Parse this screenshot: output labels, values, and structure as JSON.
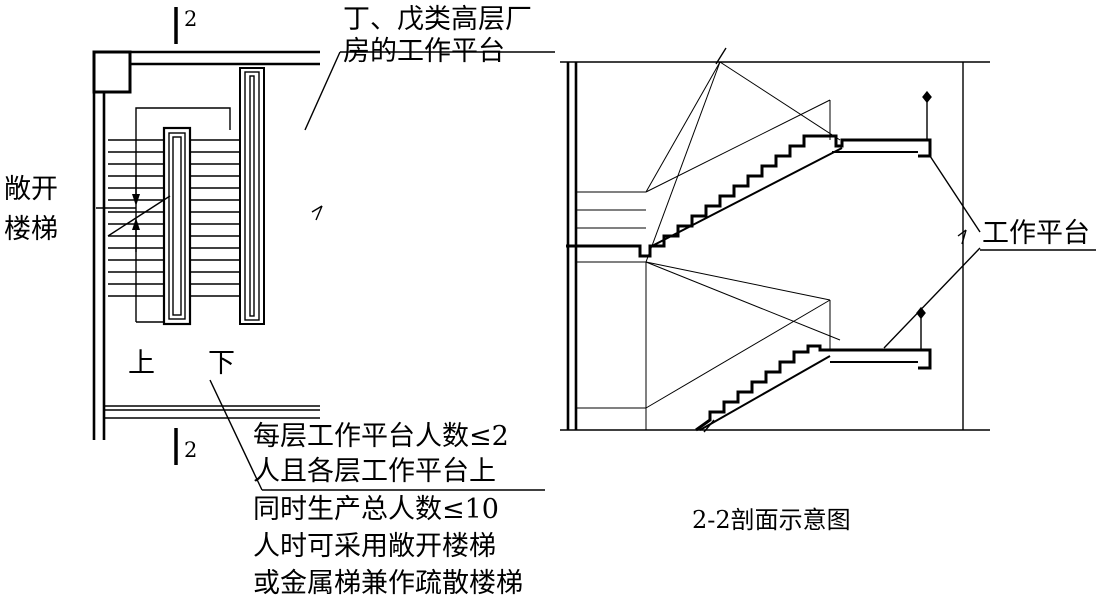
{
  "plan": {
    "section_mark": "2",
    "workshop_label": [
      "丁、戊类高层厂",
      "房的工作平台"
    ],
    "open_stair_label": [
      "敞开",
      "楼梯"
    ],
    "up_label": "上",
    "down_label": "下",
    "note": [
      "每层工作平台人数≤2",
      "人且各层工作平台上",
      "同时生产总人数≤10",
      "人时可采用敞开楼梯",
      "或金属梯兼作疏散楼梯"
    ]
  },
  "section": {
    "platform_label": "工作平台",
    "caption": "2-2剖面示意图"
  }
}
